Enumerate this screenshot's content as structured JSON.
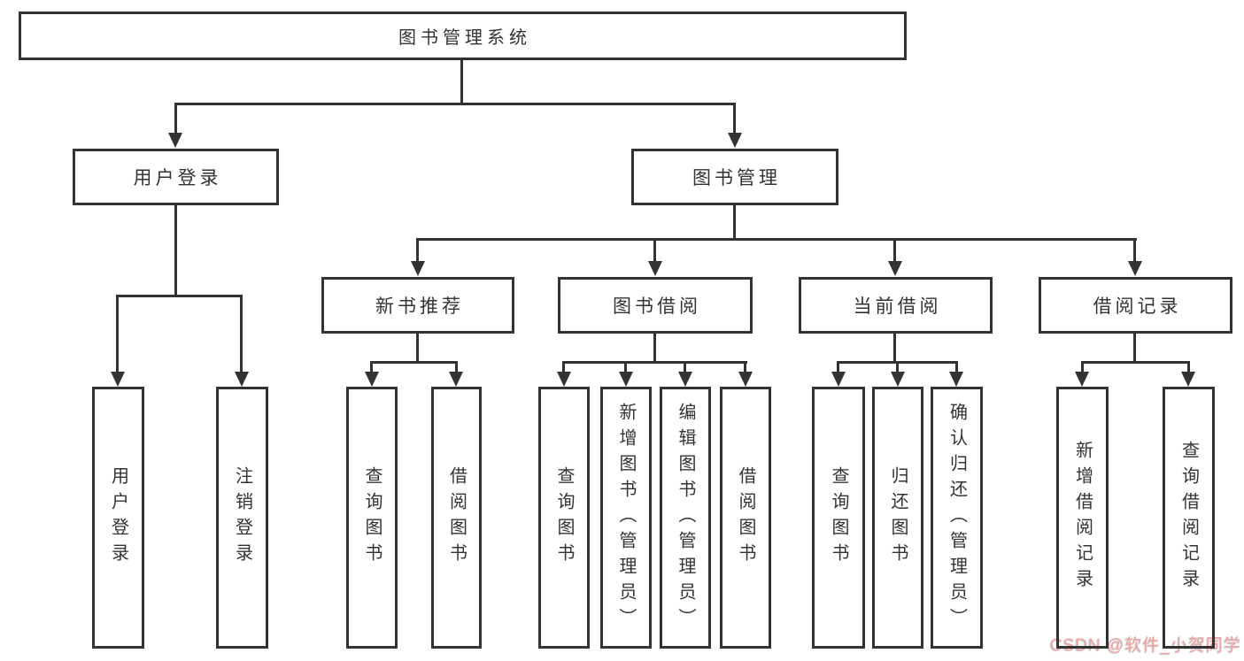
{
  "nodes": {
    "root": {
      "label": "图书管理系统"
    },
    "level1": [
      {
        "label": "用户登录"
      },
      {
        "label": "图书管理"
      }
    ],
    "level2": [
      {
        "label": "新书推荐"
      },
      {
        "label": "图书借阅"
      },
      {
        "label": "当前借阅"
      },
      {
        "label": "借阅记录"
      }
    ],
    "leaves": {
      "user_login": [
        {
          "label": "用户登录"
        },
        {
          "label": "注销登录"
        }
      ],
      "new_book_recommend": [
        {
          "label": "查询图书"
        },
        {
          "label": "借阅图书"
        }
      ],
      "book_borrow": [
        {
          "label": "查询图书"
        },
        {
          "label": "新增图书（管理员）"
        },
        {
          "label": "编辑图书（管理员）"
        },
        {
          "label": "借阅图书"
        }
      ],
      "current_borrow": [
        {
          "label": "查询图书"
        },
        {
          "label": "归还图书"
        },
        {
          "label": "确认归还（管理员）"
        }
      ],
      "borrow_record": [
        {
          "label": "新增借阅记录"
        },
        {
          "label": "查询借阅记录"
        }
      ]
    }
  },
  "watermark": {
    "text": "CSDN @软件_小贺同学",
    "color": "#f1a2a2"
  },
  "colors": {
    "line": "#333333",
    "text": "#333333",
    "background": "#ffffff"
  }
}
